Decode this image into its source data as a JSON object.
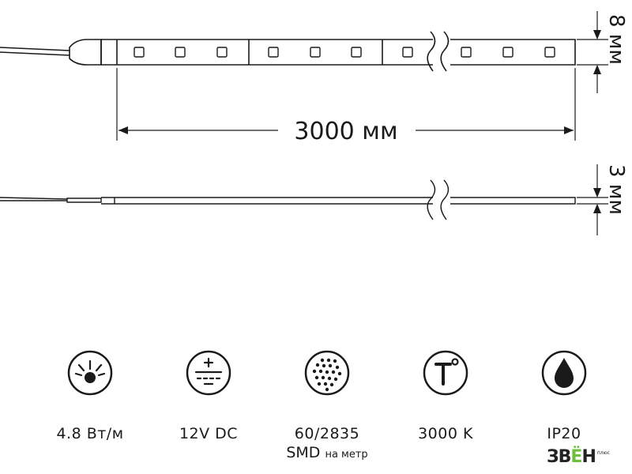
{
  "dimensions": {
    "length": "3000 мм",
    "width": "8 мм",
    "thickness": "3 мм"
  },
  "specs": [
    {
      "icon": "power-icon",
      "label": "4.8 Вт/м"
    },
    {
      "icon": "dc-voltage-icon",
      "label": "12V DC"
    },
    {
      "icon": "led-matrix-icon",
      "label": "60/2835",
      "sub_main": "SMD",
      "sub_small": "на метр"
    },
    {
      "icon": "temperature-icon",
      "label": "3000 K"
    },
    {
      "icon": "water-drop-icon",
      "label": "IP20"
    }
  ],
  "brand": {
    "name_part1": "ЗВ",
    "name_accent": "Ё",
    "name_part2": "Н",
    "tag": "плюс"
  }
}
